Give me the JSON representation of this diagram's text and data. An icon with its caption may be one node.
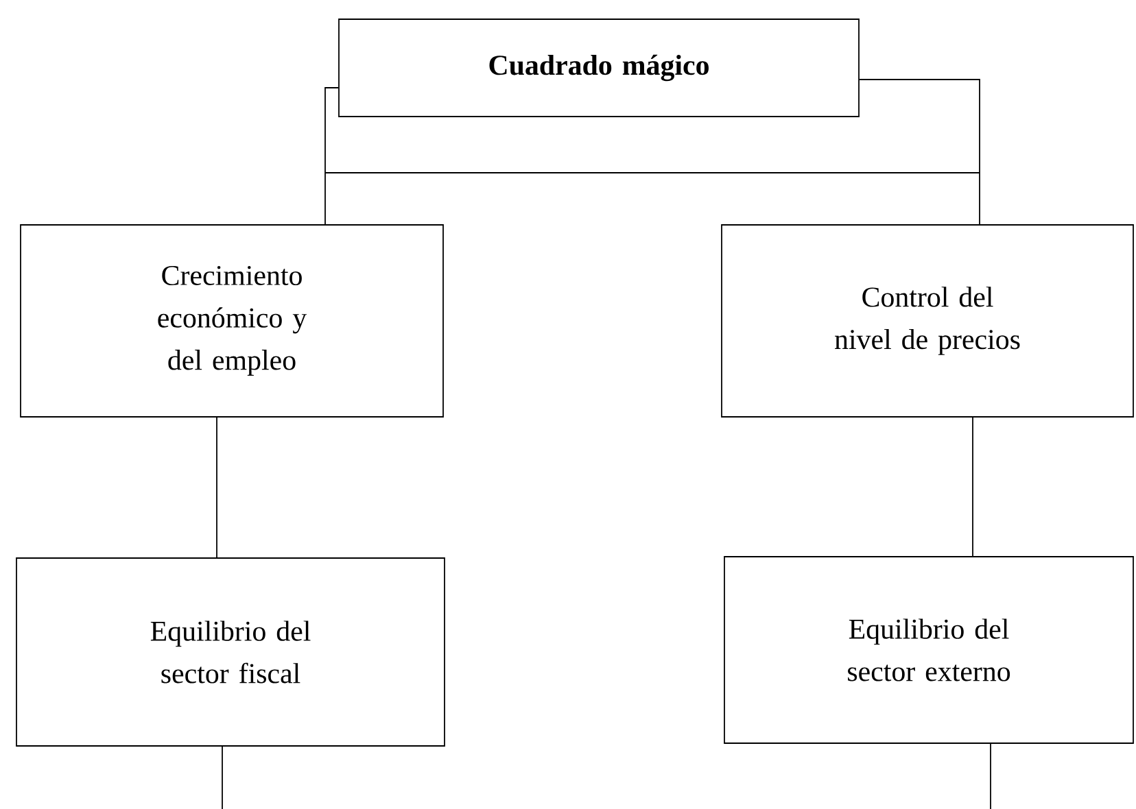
{
  "diagram": {
    "nodes": [
      {
        "text": [
          "Cuadrado mágico"
        ]
      },
      {
        "text": [
          "Crecimiento económico y del empleo"
        ]
      },
      {
        "text": [
          "Control del nivel de precios"
        ]
      },
      {
        "text": [
          "Equilibrio del sector fiscal"
        ]
      },
      {
        "text": [
          "Equilibrio del sector externo"
        ]
      }
    ],
    "edges": [
      {
        "from": 0,
        "to": 1,
        "arrow": "none"
      },
      {
        "from": 0,
        "to": 2,
        "arrow": "none"
      },
      {
        "from": 1,
        "to": 3,
        "arrow": "none"
      },
      {
        "from": 2,
        "to": 4,
        "arrow": "none"
      },
      {
        "from": 3,
        "to": null,
        "arrow": "none"
      },
      {
        "from": 4,
        "to": null,
        "arrow": "none"
      }
    ]
  }
}
